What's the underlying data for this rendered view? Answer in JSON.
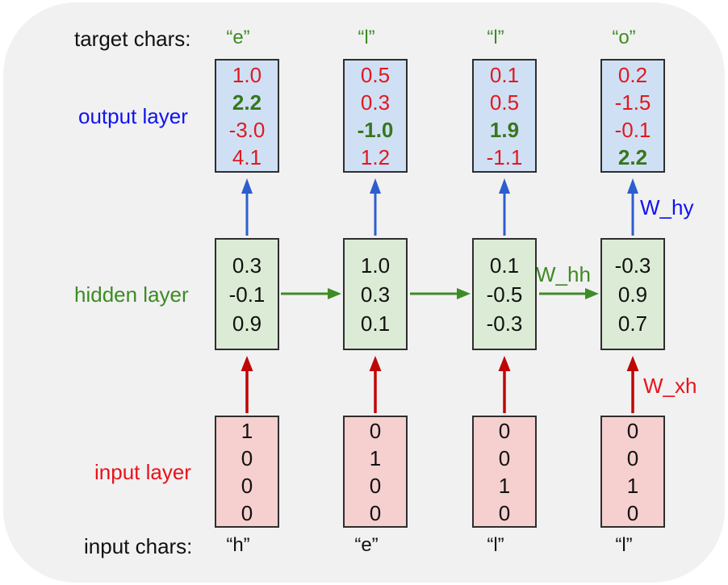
{
  "header": {
    "label": "target chars:",
    "chars": [
      "“e”",
      "“l”",
      "“l”",
      "“o”"
    ]
  },
  "footer": {
    "label": "input chars:",
    "chars": [
      "“h”",
      "“e”",
      "“l”",
      "“l”"
    ]
  },
  "layers": {
    "output": {
      "label": "output layer",
      "boxes": [
        {
          "values": [
            "1.0",
            "2.2",
            "-3.0",
            "4.1"
          ],
          "colors": [
            "red",
            "green",
            "red",
            "red"
          ]
        },
        {
          "values": [
            "0.5",
            "0.3",
            "-1.0",
            "1.2"
          ],
          "colors": [
            "red",
            "red",
            "green",
            "red"
          ]
        },
        {
          "values": [
            "0.1",
            "0.5",
            "1.9",
            "-1.1"
          ],
          "colors": [
            "red",
            "red",
            "green",
            "red"
          ]
        },
        {
          "values": [
            "0.2",
            "-1.5",
            "-0.1",
            "2.2"
          ],
          "colors": [
            "red",
            "red",
            "red",
            "green"
          ]
        }
      ]
    },
    "hidden": {
      "label": "hidden layer",
      "boxes": [
        {
          "values": [
            "0.3",
            "-0.1",
            "0.9"
          ]
        },
        {
          "values": [
            "1.0",
            "0.3",
            "0.1"
          ]
        },
        {
          "values": [
            "0.1",
            "-0.5",
            "-0.3"
          ]
        },
        {
          "values": [
            "-0.3",
            "0.9",
            "0.7"
          ]
        }
      ]
    },
    "input": {
      "label": "input layer",
      "boxes": [
        {
          "values": [
            "1",
            "0",
            "0",
            "0"
          ]
        },
        {
          "values": [
            "0",
            "1",
            "0",
            "0"
          ]
        },
        {
          "values": [
            "0",
            "0",
            "1",
            "0"
          ]
        },
        {
          "values": [
            "0",
            "0",
            "1",
            "0"
          ]
        }
      ]
    }
  },
  "weights": {
    "why": "W_hy",
    "whh": "W_hh",
    "wxh": "W_xh"
  },
  "colors": {
    "panel_bg": "#f1f1f2",
    "output_box_fill": "#cfe0f4",
    "hidden_box_fill": "#dcebd5",
    "input_box_fill": "#f6cfcf",
    "box_border": "#2e2e2e",
    "value_red": "#e0191f",
    "value_green": "#38761d",
    "label_blue": "#1113ee",
    "label_green": "#3d8b22",
    "label_red": "#e8131b",
    "arrow_blue": "#2d5ecf",
    "arrow_red": "#c00505",
    "arrow_green": "#3e8c26"
  }
}
